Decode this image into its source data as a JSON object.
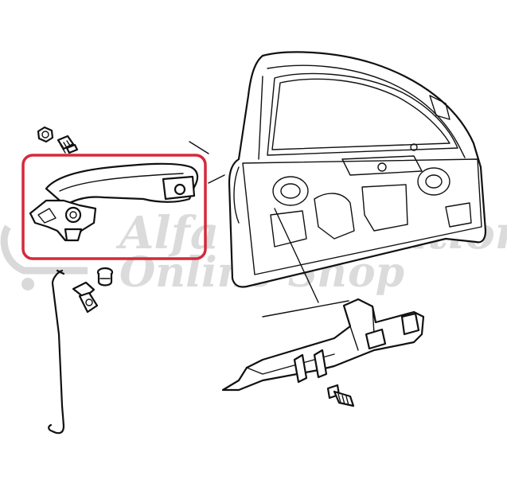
{
  "watermark": {
    "line1": "Alfa Restoration",
    "line2": "Online Shop",
    "color": "#c8c8c8"
  },
  "highlight": {
    "color": "#d42a3a",
    "label": "exterior-door-handle"
  },
  "parts": [
    "nut",
    "screw",
    "door-handle",
    "lock-rod",
    "clip",
    "grommet",
    "door-shell",
    "window-regulator-bracket",
    "bolt"
  ]
}
